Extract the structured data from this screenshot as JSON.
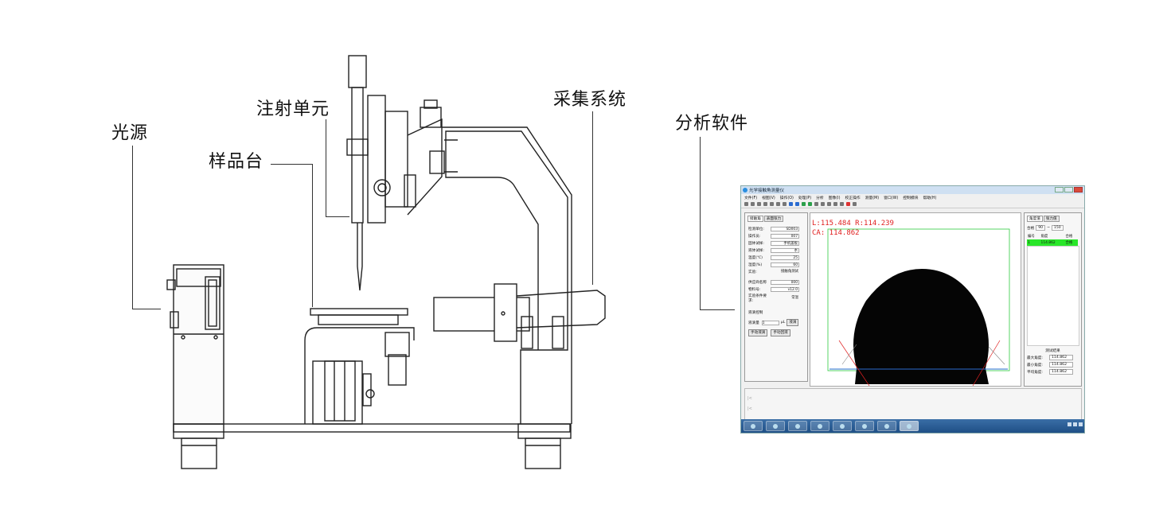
{
  "labels": {
    "light_source": "光源",
    "sample_stage": "样品台",
    "injection_unit": "注射单元",
    "acquisition_system": "采集系统",
    "analysis_software": "分析软件"
  },
  "software": {
    "window_title": "光学接触角测量仪",
    "menu": [
      "文件(F)",
      "视图(V)",
      "操作(O)",
      "处理(P)",
      "分析",
      "图像(I)",
      "校正操作",
      "测量(M)",
      "窗口(W)",
      "控制模块",
      "帮助(H)"
    ],
    "left_panel": {
      "tabs": [
        "接触角",
        "表面张力"
      ],
      "fields": [
        {
          "label": "检测单位:",
          "value": "SD003"
        },
        {
          "label": "操作员:",
          "value": "007"
        },
        {
          "label": "固体试样:",
          "value": "手机盖板"
        },
        {
          "label": "液体试样:",
          "value": "水"
        },
        {
          "label": "温度(℃)",
          "value": "25"
        },
        {
          "label": "湿度(%)",
          "value": "60"
        },
        {
          "label": "实验:",
          "value": "接触角测试"
        },
        {
          "label": "供应商名称",
          "value": "000"
        },
        {
          "label": "物料号:",
          "value": "v12.0"
        },
        {
          "label": "实验条件要求:",
          "value": "常温"
        }
      ],
      "drop_control": "液滴控制",
      "drop_volume_label": "液滴量",
      "drop_volume_value": "1",
      "drop_unit": "μL",
      "drop_button": "液滴",
      "manual_drop_button": "手动液滴",
      "manual_retract_button": "手动回液"
    },
    "image_overlay": {
      "line1": "L:115.484  R:114.239",
      "line2": "CA: 114.862"
    },
    "right_panel": {
      "tabs": [
        "角度值",
        "张力值"
      ],
      "range_label": "合格",
      "range_min": "90",
      "range_sep": "~",
      "range_max": "150",
      "table_headers": [
        "编号",
        "角度",
        "合格"
      ],
      "table_rows": [
        [
          "1",
          "114.862",
          "合格"
        ]
      ],
      "results_title": "测试结果",
      "results": [
        {
          "label": "最大角度:",
          "value": "114.862"
        },
        {
          "label": "最小角度:",
          "value": "114.862"
        },
        {
          "label": "平均角度:",
          "value": "114.862"
        }
      ]
    }
  },
  "colors": {
    "overlay_text": "#e02020",
    "baseline": "#2a6cd0",
    "roi_box": "#2ecc40",
    "taskbar": "#2a5f98",
    "ink": "#222222"
  }
}
